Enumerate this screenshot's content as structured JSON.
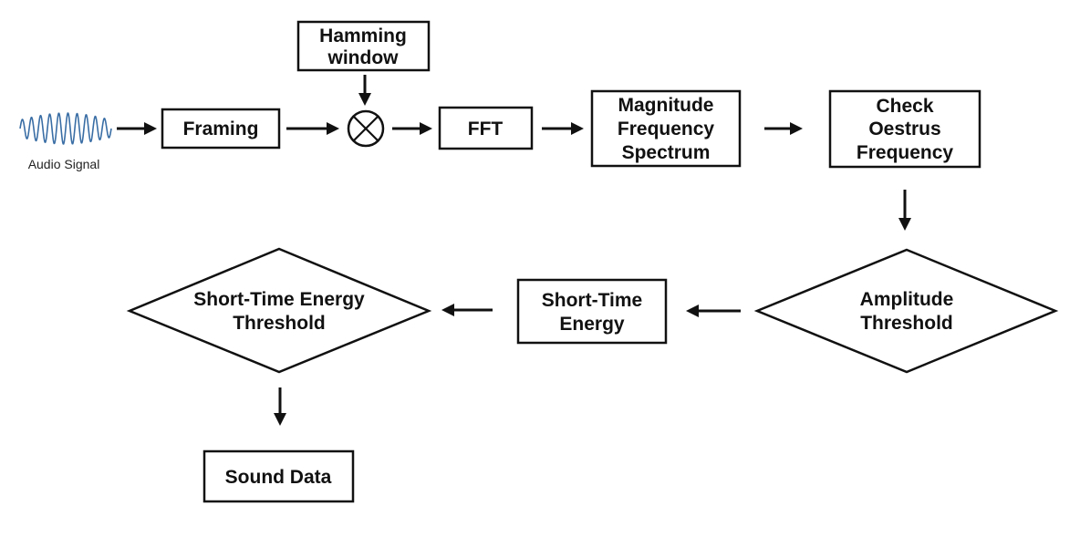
{
  "nodes": {
    "audio_signal": {
      "label": "Audio Signal"
    },
    "framing": {
      "label": "Framing"
    },
    "hamming": {
      "lines": [
        "Hamming",
        "window"
      ]
    },
    "fft": {
      "label": "FFT"
    },
    "magnitude": {
      "lines": [
        "Magnitude",
        "Frequency",
        "Spectrum"
      ]
    },
    "check": {
      "lines": [
        "Check",
        "Oestrus",
        "Frequency"
      ]
    },
    "amplitude": {
      "lines": [
        "Amplitude",
        "Threshold"
      ]
    },
    "short_time_energy": {
      "lines": [
        "Short-Time",
        "Energy"
      ]
    },
    "ste_threshold": {
      "lines": [
        "Short-Time Energy",
        "Threshold"
      ]
    },
    "sound_data": {
      "label": "Sound Data"
    }
  },
  "colors": {
    "ink": "#111111",
    "signal": "#3a6ea5",
    "background": "#ffffff"
  },
  "icons": {
    "multiplier": "circled-times-icon",
    "signal": "audio-waveform-icon"
  }
}
